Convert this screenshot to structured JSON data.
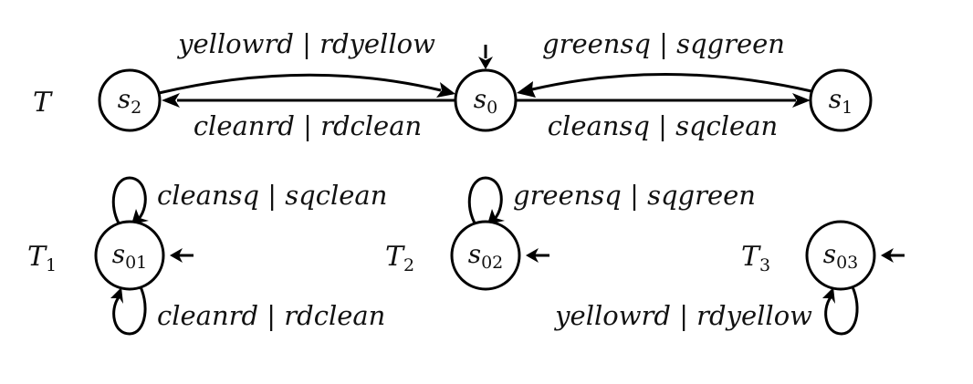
{
  "systems": {
    "T": "T",
    "T1": {
      "base": "T",
      "sub": "1"
    },
    "T2": {
      "base": "T",
      "sub": "2"
    },
    "T3": {
      "base": "T",
      "sub": "3"
    }
  },
  "states": {
    "s2": {
      "base": "s",
      "sub": "2"
    },
    "s0": {
      "base": "s",
      "sub": "0"
    },
    "s1": {
      "base": "s",
      "sub": "1"
    },
    "s01": {
      "base": "s",
      "sub": "01"
    },
    "s02": {
      "base": "s",
      "sub": "02"
    },
    "s03": {
      "base": "s",
      "sub": "03"
    }
  },
  "edges": {
    "s0_to_s2": "cleanrd | rdclean",
    "s2_to_s0": "yellowrd | rdyellow",
    "s0_to_s1": "cleansq | sqclean",
    "s1_to_s0": "greensq | sqgreen",
    "s01_loop_top": "cleansq | sqclean",
    "s01_loop_bottom": "cleanrd | rdclean",
    "s02_loop_top": "greensq | sqgreen",
    "s03_loop_bottom": "yellowrd | rdyellow"
  },
  "colors": {
    "stroke": "#000000",
    "background": "#ffffff"
  }
}
